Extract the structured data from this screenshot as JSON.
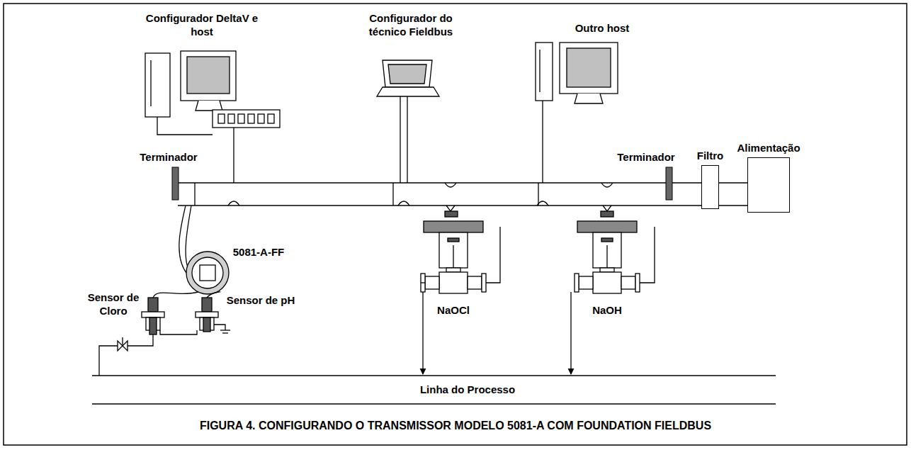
{
  "diagram": {
    "caption": "FIGURA 4. CONFIGURANDO O TRANSMISSOR MODELO 5081-A COM FOUNDATION FIELDBUS",
    "nodes": [
      {
        "text": [
          "Filtro"
        ]
      },
      {
        "text": [
          "Alimentação"
        ]
      }
    ],
    "edges": [
      {
        "from": 0,
        "to": 1,
        "arrow": "none"
      }
    ],
    "labels": [
      "Configurador DeltaV e host",
      "Configurador do técnico Fieldbus",
      "Outro host",
      "Terminador",
      "Terminador",
      "5081-A-FF",
      "Sensor de Cloro",
      "Sensor de pH",
      "NaOCl",
      "NaOH",
      "Linha do Processo"
    ]
  }
}
